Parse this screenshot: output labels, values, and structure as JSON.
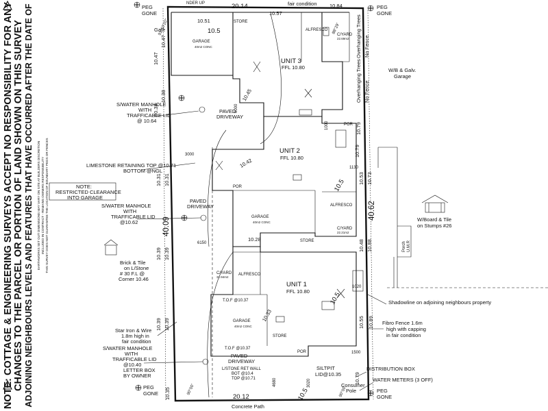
{
  "note": {
    "title": "NOTE:",
    "line1": "NOTE: COTTAGE & ENGINEERING SURVEYS ACCEPT NO RESPONSIBILITY FOR ANY",
    "line2": "CHANGES TO THE PARCEL OR PORTION OF LAND SHOWN ON THIS SURVEY",
    "line3": "ADJOINING NEIGHBOURS LEVELS AND FEATURES THAT HAVE OCCURRED AFTER THE DATE OF",
    "small1": "EARTHWORKS SET OUT DIMENSIONS MAY VARY ON SITE AT BUILDERS DISCRETION",
    "small2": "INCLUDED IN CONTRACT - REMAINS OWNERS RESPONSIBILITY",
    "small3": "THIS SURVEY DOES NOT GUARANTEE THE LOCATION OF BOUNDARY PEGS OR FENCES"
  },
  "pegs": {
    "label": "PEG",
    "status": "GONE"
  },
  "boundary": {
    "top": "20.14",
    "bottom": "20.12",
    "left_total": "40.09",
    "right_total": "40.62",
    "top_right": "10.84",
    "top_left_a": "10.51",
    "top_left_b": "10.5",
    "top_mid": "10.57",
    "left_a": "10.47",
    "left_b": "10.47",
    "left_c": "10.38",
    "left_d": "10.38",
    "left_e": "10.31",
    "left_f": "10.31",
    "left_g": "10.39",
    "left_h": "10.39",
    "left_i": "10.39",
    "left_j": "10.39",
    "left_k": "10.35",
    "right_a": "10.79",
    "right_b": "10.53",
    "right_c": "10.73",
    "right_d": "10.48",
    "right_e": "10.88",
    "right_f": "10.55",
    "right_g": "10.89",
    "right_h": "10.79",
    "angle_tl": "91°10'20\"",
    "angle_tr": "88°29'",
    "angle_bl": "90°00'",
    "angle_br": "90°00'"
  },
  "top_labels": {
    "fair_condition": "fair condition",
    "nder_up": "NDER UP"
  },
  "units": [
    {
      "name": "UNIT 3",
      "ffl": "FFL 10.80"
    },
    {
      "name": "UNIT 2",
      "ffl": "FFL 10.80"
    },
    {
      "name": "UNIT 1",
      "ffl": "FFL 10.80"
    }
  ],
  "rooms": {
    "garage": "GARAGE",
    "garage_area": "40m2 CONC",
    "store": "STORE",
    "alfresco": "ALFRESCO",
    "courtyard": "C/YARD",
    "courtyard3_area": "22.69m2",
    "courtyard2_area": "22.21m2",
    "courtyard1_area": "31.94m2",
    "por": "POR"
  },
  "labels": {
    "gate": "Gate",
    "paved_driveway": "PAVED\nDRIVEWAY",
    "paved1": "PAVED",
    "driveway": "DRIVEWAY",
    "manhole1": "S/WATER MANHOLE",
    "manhole1b": "WITH",
    "manhole1c": "TRAFFICABLE LID",
    "manhole1d": "@ 10.64",
    "manhole2a": "S/WATER MANHOLE",
    "manhole2b": "WITH",
    "manhole2c": "TRAFFICABLE LID",
    "manhole2d": "@10.62",
    "manhole3a": "S/WATER MANHOLE",
    "manhole3b": "WITH",
    "manhole3c": "TRAFFICABLE LID",
    "manhole3d": "@10.40",
    "retaining": "LIMESTONE RETAINING TOP @10.71",
    "retaining_b": "BOTTOM @NGL",
    "restricted_title": "NOTE:",
    "restricted1": "RESTRICTED CLEARANCE",
    "restricted2": "INTO GARAGE",
    "brick_tile1": "Brick & Tile",
    "brick_tile2": "on L/Stone",
    "brick_tile3": "# 30 F.L @",
    "brick_tile4": "Corner 10.46",
    "star_iron1": "Star Iron & Wire",
    "star_iron2": "1.8m high in",
    "star_iron3": "fair condition",
    "letterbox1": "LETTER BOX",
    "letterbox2": "BY OWNER",
    "dim_3000": "3000",
    "dim_6000": "6000",
    "dim_6150": "6150",
    "dim_4680": "4680",
    "dim_1130": "1130",
    "dim_1020": "1020",
    "dim_1500": "1500",
    "dim_1000": "1000",
    "dim_3020": "3020",
    "inner_1045": "10.45",
    "inner_1042": "10.42",
    "inner_1028": "10.28",
    "inner_1033": "10.33",
    "inner_105a": "10.5",
    "inner_105b": "10.5",
    "inner_105c": "10.5",
    "inner_1079": "10.79",
    "tof1": "T.O.F @10.37",
    "tof2": "T.O.F @10.37",
    "ret_wall1": "L/STONE RET WALL",
    "ret_wall2": "BOT @10.4",
    "ret_wall3": "TOP @10.71",
    "siltpit1": "SILTPIT",
    "siltpit2": "LID@10.35",
    "consumer1": "Consumer",
    "consumer2": "Pole",
    "distribution": "DISTRIBUTION BOX",
    "water_meters": "WATER METERS (3 OFF)",
    "concrete_path": "Concrete Path",
    "no_fence": "No Fence",
    "no_fence2": "No Fence",
    "overhanging": "Overhanging Trees",
    "overhanging2": "Overhanging Trees",
    "wb_garage1": "W/B & Galv.",
    "wb_garage2": "Garage",
    "wboard1": "W/Board & Tile",
    "wboard2": "on Stumps #26",
    "porch1": "Porch",
    "porch2": "U.M.R",
    "shadowline": "Shadowline on adjoining neighbours property",
    "fibro1": "Fibro Fence 1.6m",
    "fibro2": "high with capping",
    "fibro3": "in fair condition"
  },
  "colors": {
    "ink": "#111111",
    "paper": "#ffffff"
  }
}
